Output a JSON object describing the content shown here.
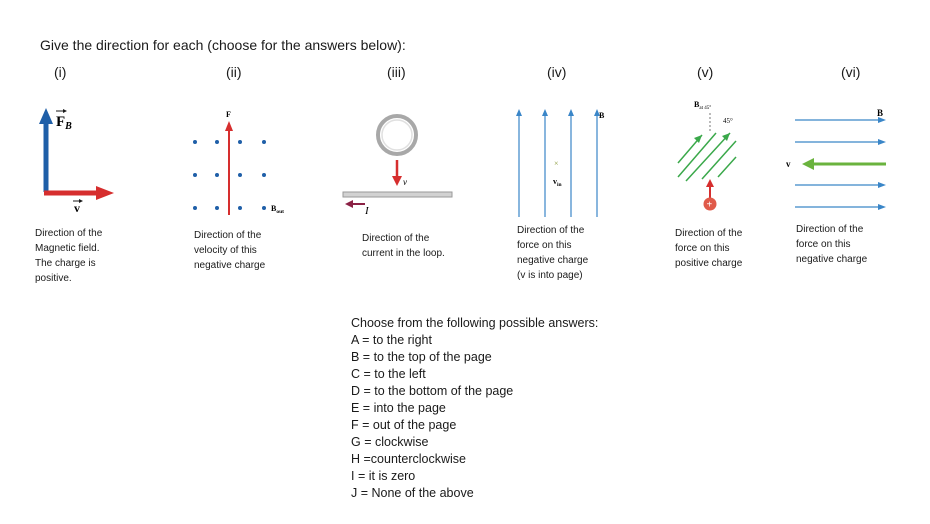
{
  "title": "Give the direction for each (choose for the answers below):",
  "problems": [
    {
      "label": "(i)",
      "caption": [
        "Direction of the",
        "Magnetic field.",
        "The charge is",
        "positive."
      ]
    },
    {
      "label": "(ii)",
      "caption": [
        "Direction of the",
        "velocity of this",
        "negative charge"
      ]
    },
    {
      "label": "(iii)",
      "caption": [
        "Direction of the",
        "current in the loop."
      ]
    },
    {
      "label": "(iv)",
      "caption": [
        "Direction of the",
        "force on this",
        "negative charge",
        "(v is into page)"
      ]
    },
    {
      "label": "(v)",
      "caption": [
        "Direction of the",
        "force on this",
        "positive charge"
      ]
    },
    {
      "label": "(vi)",
      "caption": [
        "Direction of the",
        "force on this",
        "negative charge"
      ]
    }
  ],
  "figures": {
    "i": {
      "force_symbol": "F",
      "force_sub": "B",
      "velocity_symbol": "v"
    },
    "ii": {
      "force_symbol": "F",
      "field_symbol": "B",
      "field_sub": "out"
    },
    "iii": {
      "velocity_symbol": "v",
      "current_symbol": "I"
    },
    "iv": {
      "field_symbol": "B",
      "charge_mark": "×",
      "velocity_symbol": "v",
      "velocity_sub": "in"
    },
    "v": {
      "field_symbol": "B",
      "field_sub": "at 45°",
      "angle_label": "45°",
      "charge_sign": "+"
    },
    "vi": {
      "field_symbol": "B",
      "velocity_symbol": "v"
    }
  },
  "colors": {
    "blue": "#1f5fa8",
    "red": "#d62e2e",
    "green": "#3aa84a",
    "maroon": "#8b2145",
    "light_blue": "#3a86c8"
  },
  "answers": {
    "heading": "Choose from the following possible answers:",
    "items": [
      "A = to the right",
      "B = to the top of the page",
      "C = to the left",
      "D = to the bottom of the page",
      "E = into the page",
      "F = out of the page",
      "G = clockwise",
      "H =counterclockwise",
      "I = it is zero",
      "J = None of the above"
    ]
  }
}
